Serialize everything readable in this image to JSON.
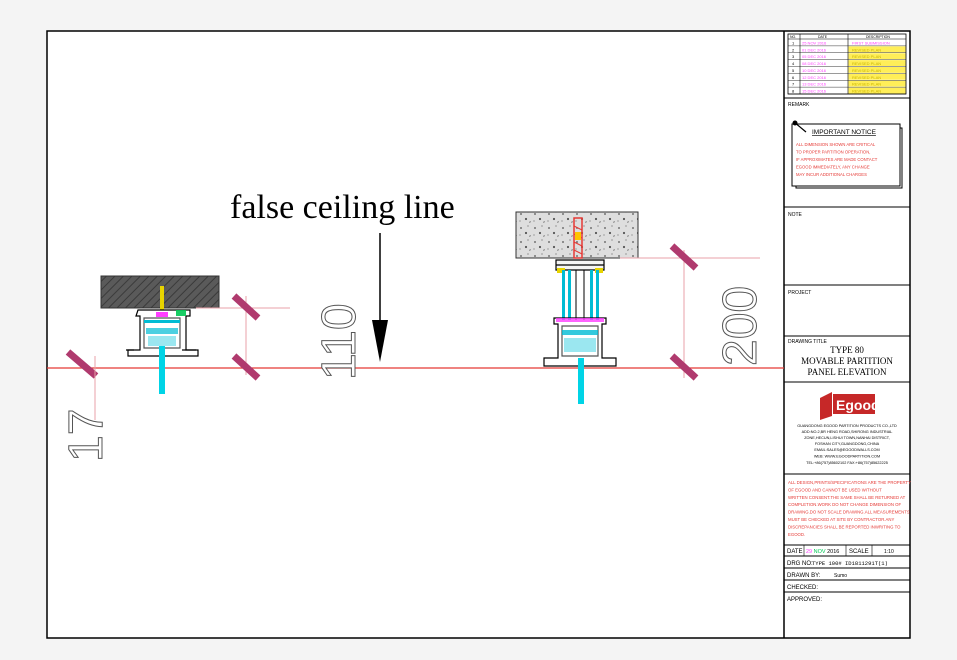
{
  "drawing": {
    "annotation": "false ceiling line",
    "dimensions": {
      "left_offset": "17",
      "middle_gap": "110",
      "right_height": "200"
    }
  },
  "title_block": {
    "revision_table": {
      "headers": [
        "NO.",
        "DATE",
        "DESCRIPTION"
      ],
      "rows": [
        {
          "no": "1",
          "date": "25 NOV 2016",
          "desc": "FIRST SUBMISSION"
        },
        {
          "no": "2",
          "date": "01 DEC 2016",
          "desc": "REVISED PLAN"
        },
        {
          "no": "3",
          "date": "05 DEC 2016",
          "desc": "REVISED PLAN"
        },
        {
          "no": "4",
          "date": "08 DEC 2016",
          "desc": "REVISED PLAN"
        },
        {
          "no": "5",
          "date": "10 DEC 2016",
          "desc": "REVISED PLAN"
        },
        {
          "no": "6",
          "date": "12 DEC 2016",
          "desc": "REVISED PLAN"
        },
        {
          "no": "7",
          "date": "13 DEC 2016",
          "desc": "REVISED PLAN"
        },
        {
          "no": "8",
          "date": "15 DEC 2016",
          "desc": "REVISED PLAN"
        }
      ]
    },
    "remark_label": "REMARK",
    "important_notice": {
      "title": "IMPORTANT NOTICE",
      "lines": [
        "ALL DIMENSION SHOWN ARE CRITICAL",
        "TO PROPER PARTITION OPERATION,",
        "IF APPROXIMATES ARE MADE CONTACT",
        "EGOOD IMMEDIATELY, ANY CHANGE",
        "MAY INCUR ADDITIONAL CHARGES"
      ]
    },
    "note_label": "NOTE",
    "project_label": "PROJECT",
    "drawing_title_label": "DRAWING TITLE",
    "drawing_title_lines": [
      "TYPE 80",
      "MOVABLE PARTITION",
      "PANEL ELEVATION"
    ],
    "logo_text": "Egood",
    "company_lines": [
      "GUANGDONG EGOOD PARTITION PRODUCTS CO.,LTD",
      "ADD:NO.2,BR HENG ROAD,SHIRONG INDUSTRIAL",
      "ZONE,HECUN,LISHUI TOWN,NANHAI DISTRICT,",
      "FOSHAN CITY,GUANGDONG,CHINA",
      "EMAIL:SALES@EGOODWALLS.COM",
      "WEB: WWW.EGOODPARTITION.COM",
      "TEL:+86(757)85602102  FAX:+86(757)85622225"
    ],
    "copyright_lines": [
      "ALL DESIGN,PRINTS/SPECIFICATIONS ARE THE PROPERTY",
      "OF EGOOD AND CANNOT BE USED WITHOUT",
      "WRITTEN CONSENT.THE SAME SHALL BE RETURNED AT",
      "COMPLETION.WORK DO NOT CHANGE DIMENSION OF",
      "DRAWING.DO NOT SCALE DRAWING.ALL MEASUREMENTS",
      "MUST BE CHECKED AT SITE BY CONTRACTOR.ANY",
      "DISCREPANCIES SHALL BE REPORTED INWRITING TO",
      "EGOOD."
    ],
    "date_label": "DATE",
    "date_day": "29",
    "date_month": "NOV",
    "date_year": "2016",
    "scale_label": "SCALE",
    "scale_value": "1:10",
    "drg_no_label": "DRG NO:",
    "drg_no_value": "TYPE 100# ID1811291T(1)",
    "drawn_by_label": "DRAWN BY:",
    "drawn_by_value": "Sumo",
    "checked_label": "CHECKED:",
    "approved_label": "APPROVED:"
  }
}
